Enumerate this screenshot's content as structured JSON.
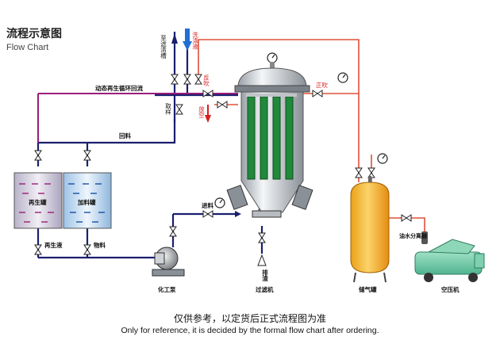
{
  "title": "流程示意图",
  "subtitle": "Flow Chart",
  "footer": {
    "note_cn": "仅供参考，以定货后正式流程图为准",
    "note_en": "Only for reference, it is decided by the formal flow chart after ordering."
  },
  "labels": {
    "to_filter_tank": "至滤清槽",
    "wash_liquid": "洗涤液",
    "backflush": "反吹",
    "sampling": "取样",
    "vent": "放空",
    "blowdown": "正吹",
    "dynamic_regen_loop": "动态再生循环回流",
    "return_material": "回料",
    "feed_in": "进料",
    "regen_tank": "再生罐",
    "feed_tank": "加料罐",
    "regen_liquid": "再生液",
    "material": "物料",
    "chem_pump": "化工泵",
    "discharge": "排渣",
    "filter": "过滤机",
    "air_tank": "储气罐",
    "oil_water_separator": "油水分离器",
    "air_compressor": "空压机"
  },
  "colors": {
    "pipe_navy": "#1a1f6e",
    "pipe_purple": "#9b1d7a",
    "pipe_red": "#e0503a",
    "filter_green": "#1f8a3a",
    "tank_orange": "#f4a020",
    "compressor_green": "#6fc9a8",
    "arrow_blue": "#1f6fd6",
    "arrow_red": "#d81e1e"
  }
}
